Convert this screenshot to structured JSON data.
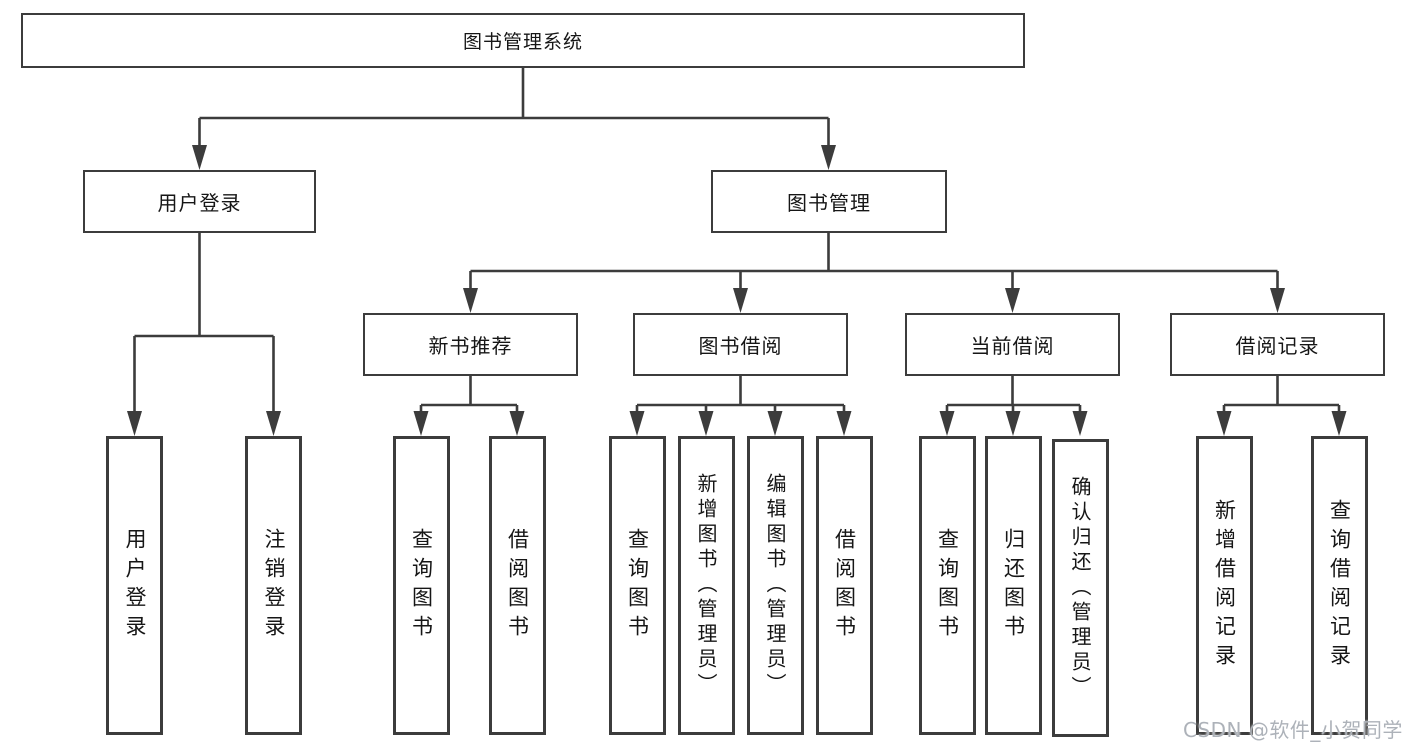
{
  "nodes": {
    "root": "图书管理系统",
    "user_login": "用户登录",
    "book_management": "图书管理",
    "new_book_recommend": "新书推荐",
    "book_borrow": "图书借阅",
    "current_borrow": "当前借阅",
    "borrow_records": "借阅记录",
    "leaf_user_login": "用户登录",
    "leaf_logout": "注销登录",
    "leaf_nbr_query_books": "查询图书",
    "leaf_nbr_borrow_books": "借阅图书",
    "leaf_bb_query_books": "查询图书",
    "leaf_bb_add_books": "新增图书（管理员）",
    "leaf_bb_edit_books": "编辑图书（管理员）",
    "leaf_bb_borrow_books": "借阅图书",
    "leaf_cb_query_books": "查询图书",
    "leaf_cb_return_books": "归还图书",
    "leaf_cb_confirm_return": "确认归还（管理员）",
    "leaf_br_add_record": "新增借阅记录",
    "leaf_br_query_record": "查询借阅记录"
  },
  "hierarchy": {
    "图书管理系统": {
      "用户登录": [
        "用户登录",
        "注销登录"
      ],
      "图书管理": {
        "新书推荐": [
          "查询图书",
          "借阅图书"
        ],
        "图书借阅": [
          "查询图书",
          "新增图书（管理员）",
          "编辑图书（管理员）",
          "借阅图书"
        ],
        "当前借阅": [
          "查询图书",
          "归还图书",
          "确认归还（管理员）"
        ],
        "借阅记录": [
          "新增借阅记录",
          "查询借阅记录"
        ]
      }
    }
  },
  "watermark": "CSDN @软件_小贺同学",
  "colors": {
    "line": "#3c3c3c",
    "box_border": "#3c3c3c",
    "text": "#161616",
    "background": "#ffffff",
    "watermark": "#adb2b9"
  }
}
